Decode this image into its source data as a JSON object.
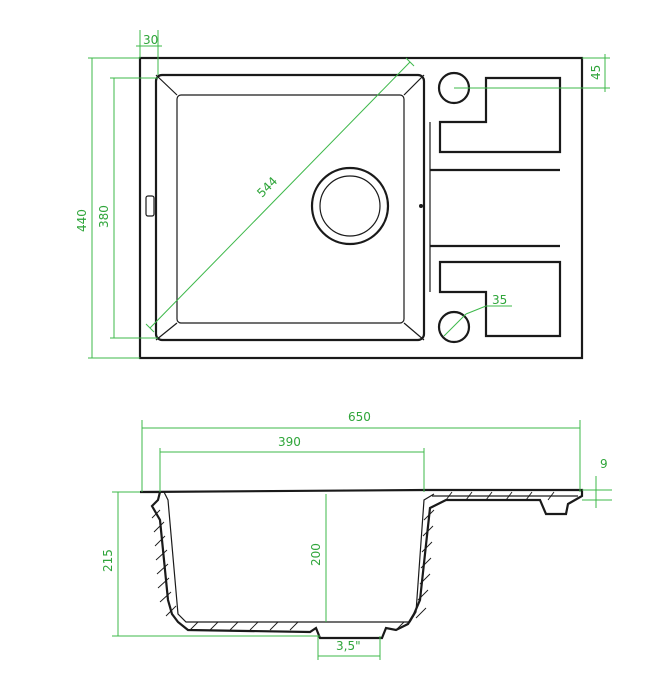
{
  "colors": {
    "dimension": "#3db84a",
    "outline": "#1a1a1a",
    "background": "#ffffff"
  },
  "top_view": {
    "dimensions": {
      "rim_width": "30",
      "overall_height": "440",
      "bowl_height": "380",
      "bowl_diagonal": "544",
      "tap_hole_offset": "45",
      "tap_hole_diameter": "35"
    }
  },
  "side_view": {
    "dimensions": {
      "overall_width": "650",
      "bowl_width": "390",
      "rim_height": "9",
      "overall_depth": "215",
      "bowl_depth": "200",
      "drain_size": "3,5\""
    }
  }
}
